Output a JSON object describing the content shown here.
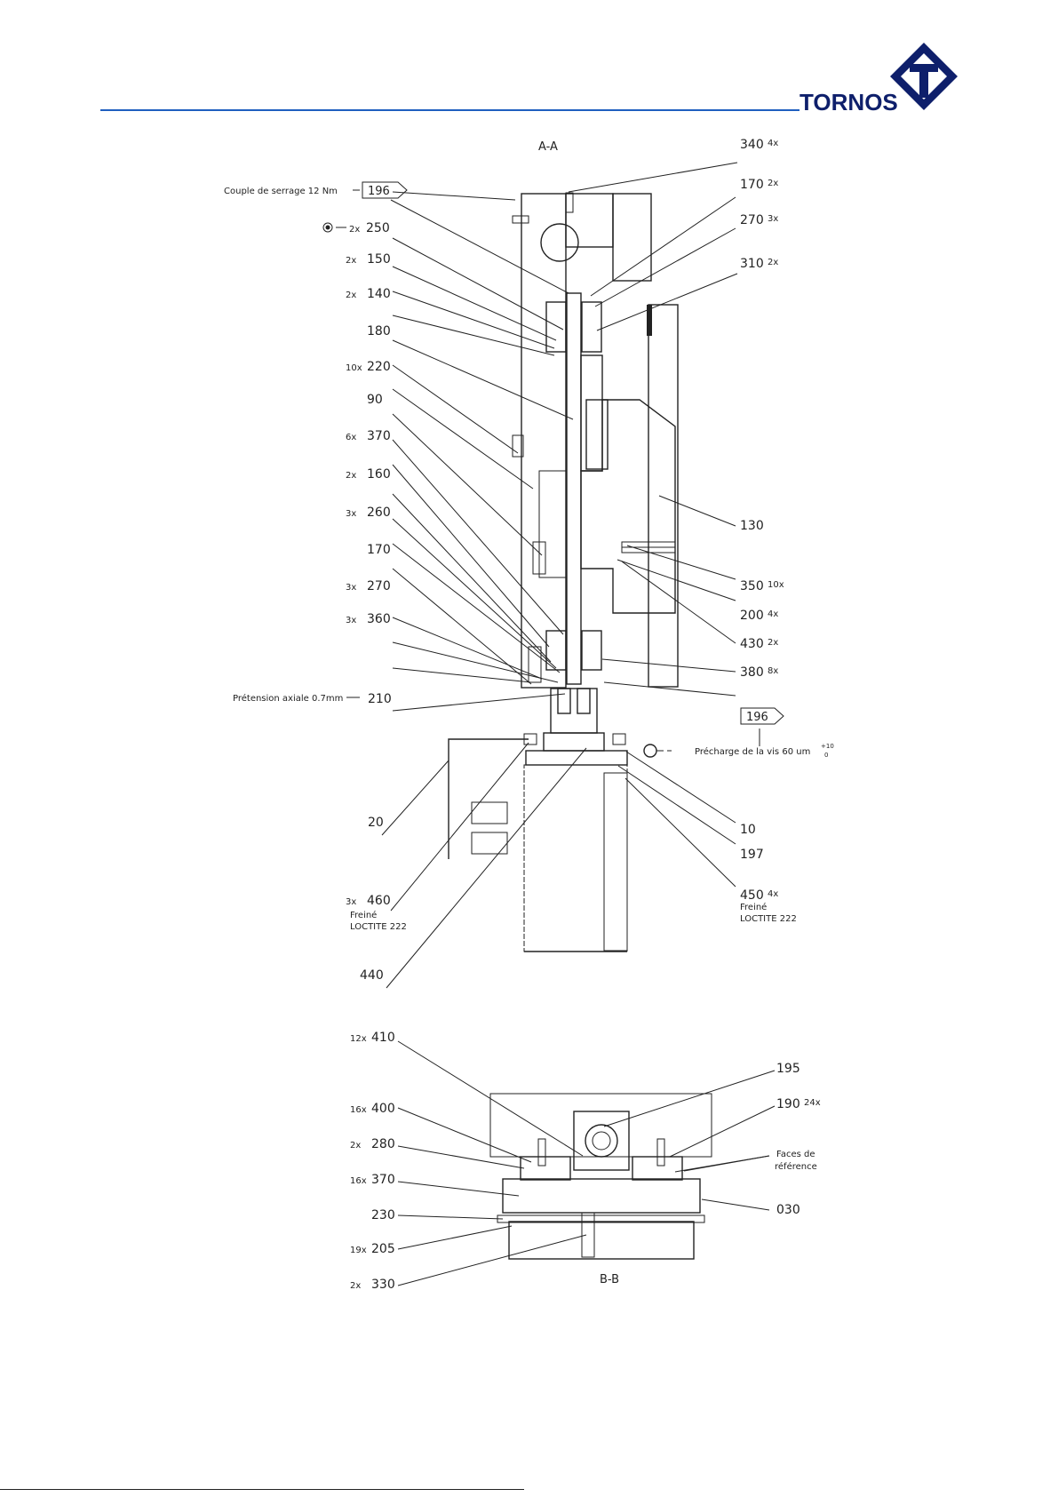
{
  "header": {
    "brand": "TORNOS",
    "brand_color": "#0e1f6b",
    "rule_color": "#1f5fbf"
  },
  "section_aa": {
    "title": "A-A",
    "torque_note": "Couple de serrage 12 Nm",
    "axial_note": "Prétension axiale 0.7mm",
    "preload_note": "Précharge de la vis 60 um",
    "preload_tol_upper": "+10",
    "preload_tol_lower": "0",
    "ref_box_1": "196",
    "ref_box_2": "196",
    "left_labels": [
      {
        "qty": "2x",
        "num": "250"
      },
      {
        "qty": "2x",
        "num": "150"
      },
      {
        "qty": "2x",
        "num": "140"
      },
      {
        "qty": "",
        "num": "180"
      },
      {
        "qty": "10x",
        "num": "220"
      },
      {
        "qty": "",
        "num": "90"
      },
      {
        "qty": "6x",
        "num": "370"
      },
      {
        "qty": "2x",
        "num": "160"
      },
      {
        "qty": "3x",
        "num": "260"
      },
      {
        "qty": "",
        "num": "170"
      },
      {
        "qty": "3x",
        "num": "270"
      },
      {
        "qty": "3x",
        "num": "360"
      },
      {
        "qty": "",
        "num": "210"
      },
      {
        "qty": "",
        "num": "20"
      },
      {
        "qty": "3x",
        "num": "460"
      },
      {
        "qty": "",
        "num": "440"
      }
    ],
    "right_labels": [
      {
        "num": "340",
        "qty": "4x"
      },
      {
        "num": "170",
        "qty": "2x"
      },
      {
        "num": "270",
        "qty": "3x"
      },
      {
        "num": "310",
        "qty": "2x"
      },
      {
        "num": "130",
        "qty": ""
      },
      {
        "num": "350",
        "qty": "10x"
      },
      {
        "num": "200",
        "qty": "4x"
      },
      {
        "num": "430",
        "qty": "2x"
      },
      {
        "num": "380",
        "qty": "8x"
      },
      {
        "num": "10",
        "qty": ""
      },
      {
        "num": "197",
        "qty": ""
      },
      {
        "num": "450",
        "qty": "4x"
      }
    ],
    "freine_left": "Freiné",
    "loctite_left": "LOCTITE 222",
    "freine_right": "Freiné",
    "loctite_right": "LOCTITE 222"
  },
  "section_bb": {
    "title": "B-B",
    "ref_faces_1": "Faces de",
    "ref_faces_2": "référence",
    "left_labels": [
      {
        "qty": "12x",
        "num": "410"
      },
      {
        "qty": "16x",
        "num": "400"
      },
      {
        "qty": "2x",
        "num": "280"
      },
      {
        "qty": "16x",
        "num": "370"
      },
      {
        "qty": "",
        "num": "230"
      },
      {
        "qty": "19x",
        "num": "205"
      },
      {
        "qty": "2x",
        "num": "330"
      }
    ],
    "right_labels": [
      {
        "num": "195",
        "qty": ""
      },
      {
        "num": "190",
        "qty": "24x"
      },
      {
        "num": "030",
        "qty": ""
      }
    ]
  }
}
